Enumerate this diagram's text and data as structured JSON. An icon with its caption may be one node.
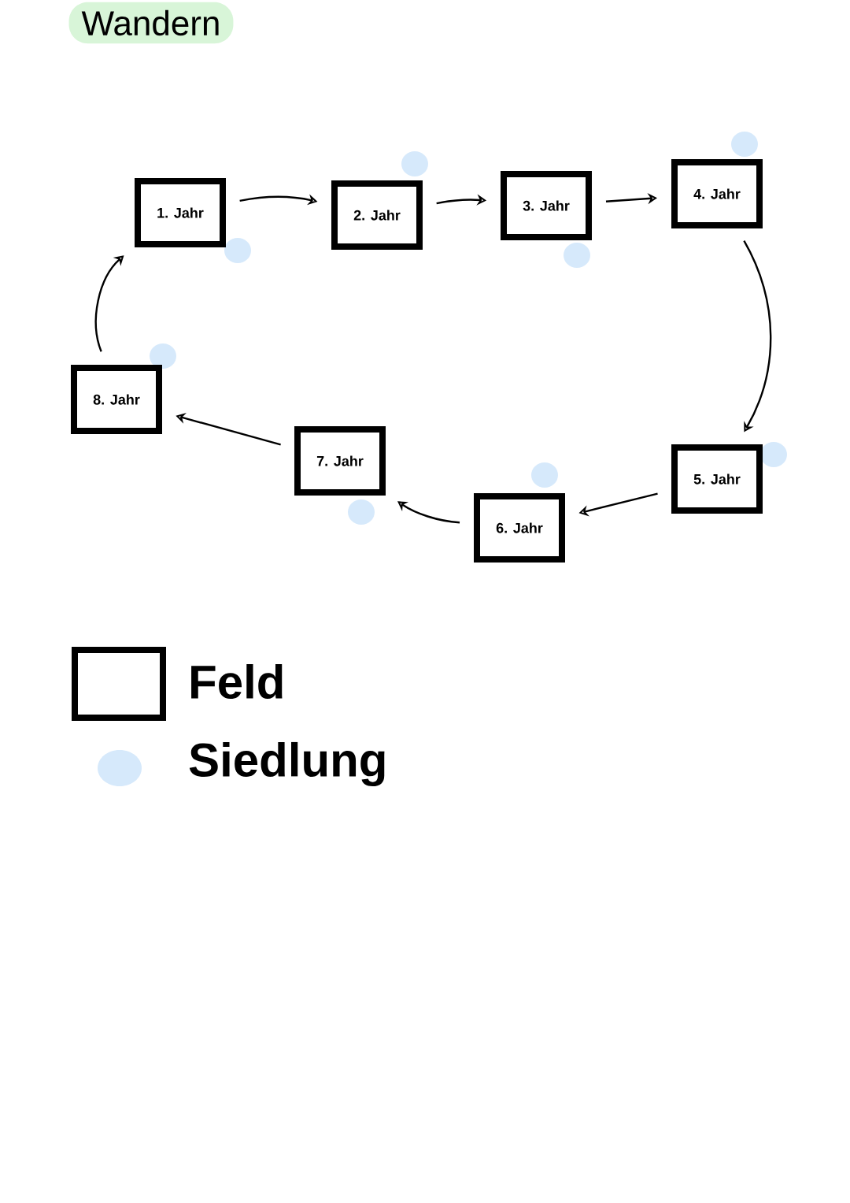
{
  "diagram": {
    "title": "Wandern",
    "nodes": [
      {
        "text": [
          "1. Jahr"
        ]
      },
      {
        "text": [
          "2. Jahr"
        ]
      },
      {
        "text": [
          "3. Jahr"
        ]
      },
      {
        "text": [
          "4. Jahr"
        ]
      },
      {
        "text": [
          "5. Jahr"
        ]
      },
      {
        "text": [
          "6. Jahr"
        ]
      },
      {
        "text": [
          "7. Jahr"
        ]
      },
      {
        "text": [
          "8. Jahr"
        ]
      }
    ],
    "edges": [
      {
        "from": 0,
        "to": 1,
        "arrow": "to"
      },
      {
        "from": 1,
        "to": 2,
        "arrow": "to"
      },
      {
        "from": 2,
        "to": 3,
        "arrow": "to"
      },
      {
        "from": 3,
        "to": 4,
        "arrow": "to"
      },
      {
        "from": 4,
        "to": 5,
        "arrow": "to"
      },
      {
        "from": 5,
        "to": 6,
        "arrow": "to"
      },
      {
        "from": 6,
        "to": 7,
        "arrow": "to"
      },
      {
        "from": 7,
        "to": 0,
        "arrow": "to"
      }
    ],
    "legend": [
      {
        "text": "Feld"
      },
      {
        "text": "Siedlung",
        "color": "#d6e9fb"
      }
    ]
  }
}
